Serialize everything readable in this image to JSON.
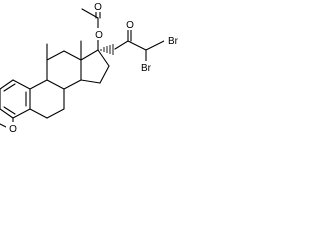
{
  "structure": {
    "atom_labels": {
      "acetyl_o_top": "O",
      "ester_o": "O",
      "ketone_o": "O",
      "br_top": "Br",
      "br_bottom": "Br",
      "methoxy_o": "O"
    }
  },
  "colors": {
    "bond": "#000000",
    "background": "#ffffff"
  }
}
